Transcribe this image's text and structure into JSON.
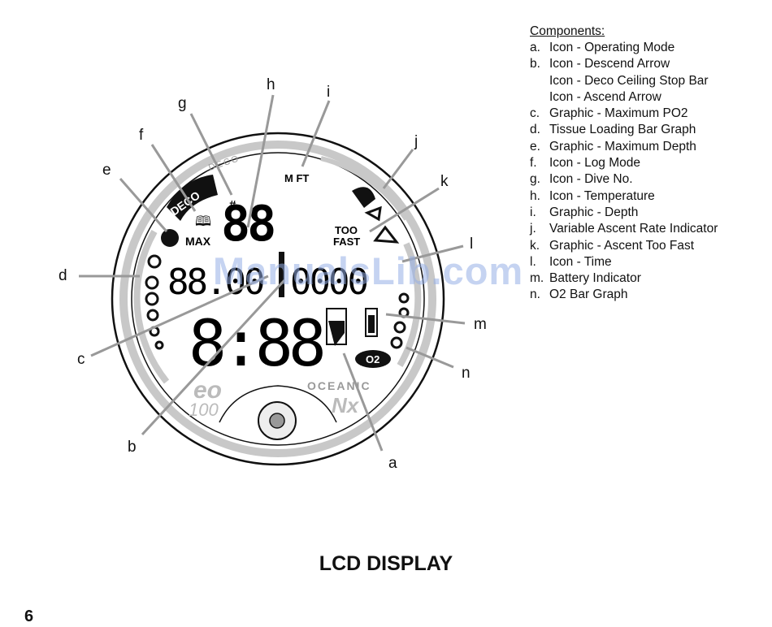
{
  "components": {
    "title": "Components:",
    "items": [
      {
        "key": "a.",
        "text": "Icon - Operating Mode"
      },
      {
        "key": "b.",
        "text": "Icon - Descend Arrow"
      },
      {
        "key": "",
        "text": "Icon - Deco Ceiling Stop Bar"
      },
      {
        "key": "",
        "text": "Icon - Ascend Arrow"
      },
      {
        "key": "c.",
        "text": "Graphic - Maximum PO2"
      },
      {
        "key": "d.",
        "text": "Tissue Loading Bar Graph"
      },
      {
        "key": "e.",
        "text": "Graphic - Maximum Depth"
      },
      {
        "key": "f.",
        "text": "Icon - Log Mode"
      },
      {
        "key": "g.",
        "text": "Icon - Dive No."
      },
      {
        "key": "h.",
        "text": "Icon - Temperature"
      },
      {
        "key": "i.",
        "text": "Graphic - Depth"
      },
      {
        "key": "j.",
        "text": "Variable Ascent Rate Indicator"
      },
      {
        "key": "k.",
        "text": "Graphic - Ascent Too Fast"
      },
      {
        "key": "l.",
        "text": "Icon - Time"
      },
      {
        "key": "m.",
        "text": "Battery  Indicator"
      },
      {
        "key": "n.",
        "text": "O2 Bar Graph"
      }
    ]
  },
  "callouts": [
    "a",
    "b",
    "c",
    "d",
    "e",
    "f",
    "g",
    "h",
    "i",
    "j",
    "k",
    "l",
    "m",
    "n"
  ],
  "device": {
    "bezel_top": "DECO",
    "deco_badge": "DECO",
    "max_label": "MAX",
    "mft_label": "M FT",
    "too_label": "TOO",
    "fast_label": "FAST",
    "o2_label": "O2",
    "brand": "OCEANIC",
    "model": "Nx",
    "logo": "eo",
    "logo_number": "100",
    "hash_label": "#",
    "digits_depth": "88",
    "digits_left": "88.00",
    "digits_right": "0000",
    "digits_time": "8:88"
  },
  "caption": "LCD DISPLAY",
  "page_number": "6",
  "watermark": "ManualsLib.com",
  "colors": {
    "ink": "#111111",
    "leader": "#999999",
    "bezel": "#c8c8c8",
    "watermark": "#9fb6e6"
  }
}
